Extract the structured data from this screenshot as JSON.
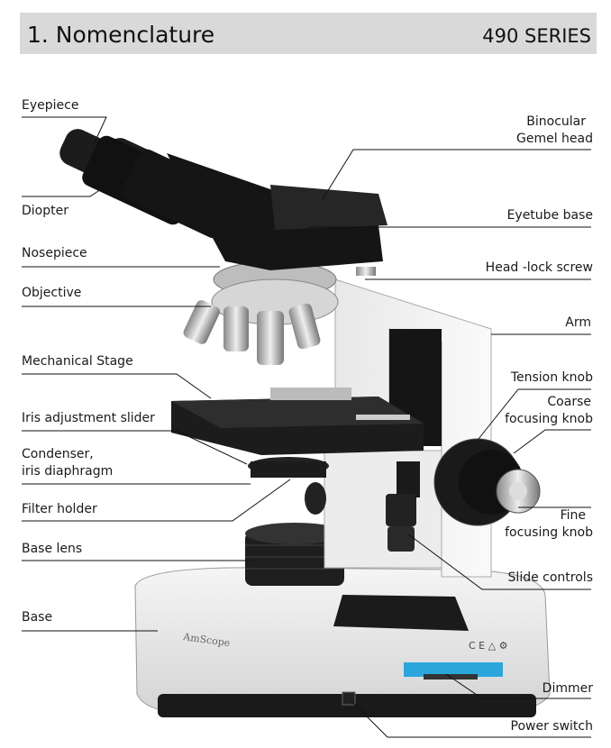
{
  "header": {
    "title": "1. Nomenclature",
    "series": "490 SERIES"
  },
  "brand": "AmScope",
  "labels_left": {
    "eyepiece": "Eyepiece",
    "diopter": "Diopter",
    "nosepiece": "Nosepiece",
    "objective": "Objective",
    "mechanical_stage": "Mechanical Stage",
    "iris_slider": "Iris adjustment slider",
    "condenser_1": "Condenser,",
    "condenser_2": "iris diaphragm",
    "filter_holder": "Filter holder",
    "base_lens": "Base lens",
    "base": "Base"
  },
  "labels_right": {
    "binocular_1": "Binocular",
    "binocular_2": "Gemel head",
    "eyetube_base": "Eyetube base",
    "head_lock": "Head -lock screw",
    "arm": "Arm",
    "tension_knob": "Tension knob",
    "coarse_1": "Coarse",
    "coarse_2": "focusing knob",
    "fine_1": "Fine",
    "fine_2": "focusing knob",
    "slide_controls": "Slide controls",
    "dimmer": "Dimmer",
    "power_switch": "Power switch"
  },
  "colors": {
    "header_bg": "#d9d9d9",
    "body_white": "#f2f2f2",
    "black": "#111111",
    "dimmer_blue": "#2aa6dd"
  }
}
